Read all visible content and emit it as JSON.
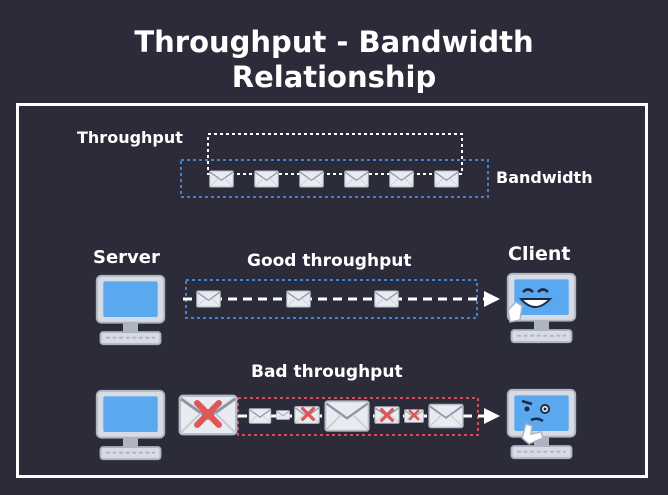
{
  "title": {
    "line1": "Throughput - Bandwidth",
    "line2": "Relationship"
  },
  "legend": {
    "throughput_label": "Throughput",
    "bandwidth_label": "Bandwidth"
  },
  "nodes": {
    "server_label": "Server",
    "client_label": "Client"
  },
  "flows": {
    "good_label": "Good throughput",
    "bad_label": "Bad throughput"
  },
  "colors": {
    "background": "#2b2b3a",
    "throughput_box": "#ffffff",
    "bandwidth_box": "#3a86d6",
    "bad_bandwidth_box": "#d94a5a",
    "error_mark": "#e05555",
    "screen": "#5aa8f0"
  }
}
